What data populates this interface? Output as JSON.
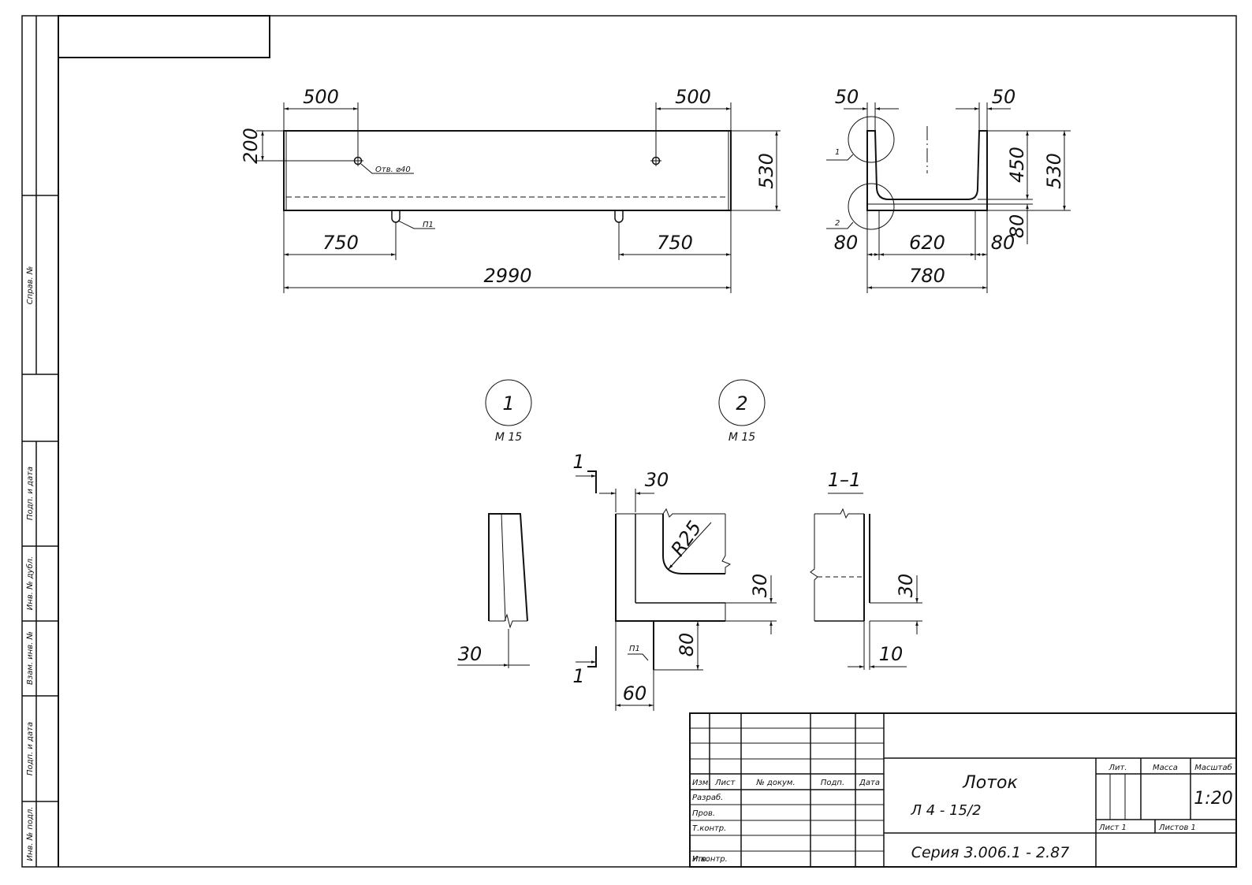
{
  "views": {
    "front": {
      "dims": {
        "top_left": "500",
        "top_right": "500",
        "left_vertical": "200",
        "right_vertical": "530",
        "bottom_left": "750",
        "bottom_right": "750",
        "overall": "2990"
      },
      "hole_label": "Отв. ⌀40",
      "loop_label": "П1"
    },
    "section": {
      "dims": {
        "top_left": "50",
        "top_right": "50",
        "inner_height": "450",
        "outer_height": "530",
        "right_base": "80",
        "bottom_left": "80",
        "bottom_center": "620",
        "bottom_right": "80",
        "overall": "780"
      },
      "callout1": "1",
      "callout2": "2"
    },
    "detail1": {
      "number": "1",
      "scale": "М 15",
      "dim_bottom": "30"
    },
    "detail2": {
      "number": "2",
      "scale": "М 15",
      "cut_top": "1",
      "cut_bottom": "1",
      "dim_top": "30",
      "radius": "R25",
      "dim_right": "30",
      "dim_loop": "80",
      "dim_bottom": "60",
      "loop_label": "П1"
    },
    "section11": {
      "title": "1–1",
      "dim_right": "30",
      "dim_bottom": "10"
    }
  },
  "side_stamps": {
    "sprav": "Справ. №",
    "podp1": "Подп. и дата",
    "inv_dubl": "Инв. № дубл.",
    "vzam": "Взам. инв. №",
    "podp2": "Подп. и дата",
    "inv_podl": "Инв. № подл."
  },
  "title_block": {
    "col_izm": "Изм.",
    "col_list": "Лист",
    "col_doc": "№ докум.",
    "col_podp": "Подп.",
    "col_date": "Дата",
    "razrab": "Разраб.",
    "prov": "Пров.",
    "tkontr": "Т.контр.",
    "nkontr": "Н.контр.",
    "utv": "Утв.",
    "name": "Лоток",
    "designation": "Л 4 - 15/2",
    "series": "Серия 3.006.1 - 2.87",
    "lit": "Лит.",
    "massa": "Масса",
    "masshtab": "Масштаб",
    "scale_value": "1:20",
    "sheet": "Лист 1",
    "sheets": "Листов 1"
  }
}
